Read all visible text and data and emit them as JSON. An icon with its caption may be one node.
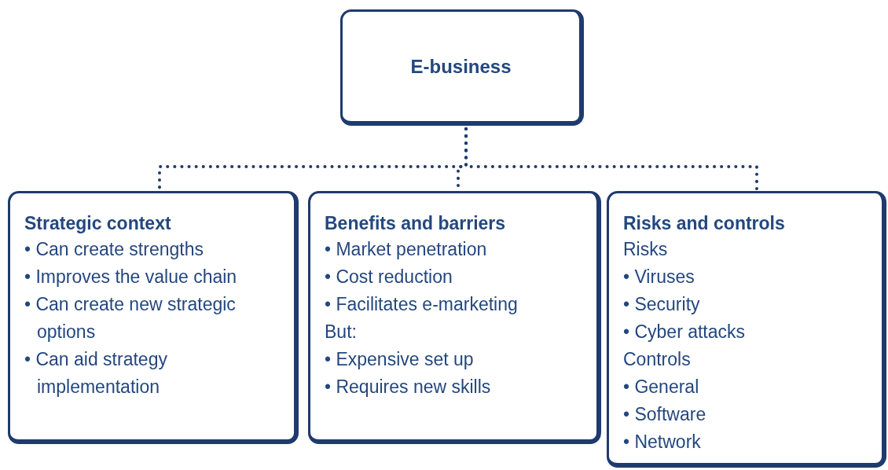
{
  "diagram": {
    "nodes": [
      {
        "text": [
          "E-business"
        ]
      },
      {
        "text": [
          "Strategic context",
          "• Can create strengths",
          "• Improves the value chain",
          "• Can create new strategic options",
          "• Can aid strategy implementation"
        ]
      },
      {
        "text": [
          "Benefits and barriers",
          "• Market penetration",
          "• Cost reduction",
          "• Facilitates e-marketing",
          "But:",
          "• Expensive set up",
          "• Requires new skills"
        ]
      },
      {
        "text": [
          "Risks and controls",
          "Risks",
          "• Viruses",
          "• Security",
          "• Cyber attacks",
          "Controls",
          "• General",
          "• Software",
          "• Network"
        ]
      }
    ],
    "edges": [
      {
        "from": 0,
        "to": 1,
        "arrow": "none",
        "style": "dashed"
      },
      {
        "from": 0,
        "to": 2,
        "arrow": "none",
        "style": "dashed"
      },
      {
        "from": 0,
        "to": 3,
        "arrow": "none",
        "style": "dashed"
      }
    ]
  }
}
